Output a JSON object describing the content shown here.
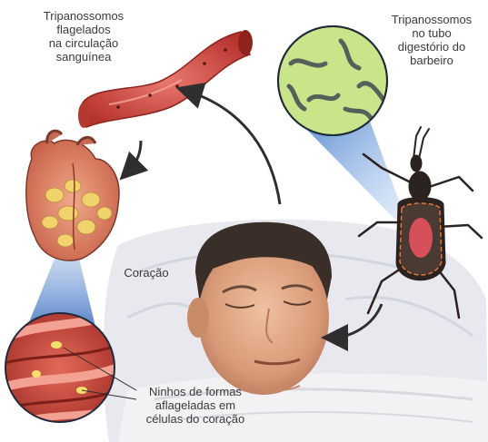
{
  "labels": {
    "blood": [
      "Tripanossomos",
      "flagelados",
      "na circulação",
      "sanguínea"
    ],
    "gut": [
      "Tripanossomos",
      "no tubo",
      "digestório do",
      "barbeiro"
    ],
    "heart": [
      "Coração"
    ],
    "nests": [
      "Ninhos de formas",
      "aflageladas em",
      "células do coração"
    ]
  },
  "colors": {
    "vessel": "#d9534a",
    "gut_circle": "#c9e58a",
    "arrow": "#2f2f2f",
    "bug_body": "#2b2320"
  }
}
